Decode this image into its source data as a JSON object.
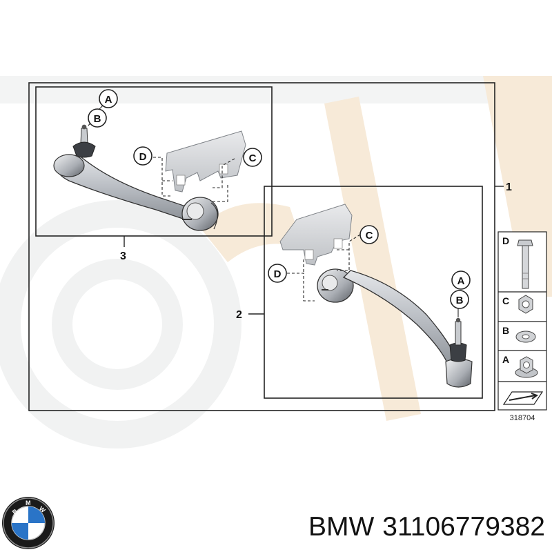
{
  "diagram": {
    "callouts": {
      "assembly_1": "1",
      "assembly_2": "2",
      "assembly_3": "3"
    },
    "upper_panel": {
      "label_a": "A",
      "label_b": "B",
      "label_c": "C",
      "label_d": "D"
    },
    "lower_panel": {
      "label_a": "A",
      "label_b": "B",
      "label_c": "C",
      "label_d": "D"
    },
    "parts_legend": [
      {
        "letter": "D",
        "icon": "bolt-icon"
      },
      {
        "letter": "C",
        "icon": "hex-nut-icon"
      },
      {
        "letter": "B",
        "icon": "washer-icon"
      },
      {
        "letter": "A",
        "icon": "flange-nut-icon"
      }
    ],
    "drawing_number": "318704"
  },
  "caption": {
    "brand": "BMW",
    "part_number": "31106779382"
  },
  "colors": {
    "watermark": "#f6e7d4",
    "outline": "#222222",
    "arm_metal": "#b8bcc2",
    "bracket": "#d3d5d8"
  }
}
